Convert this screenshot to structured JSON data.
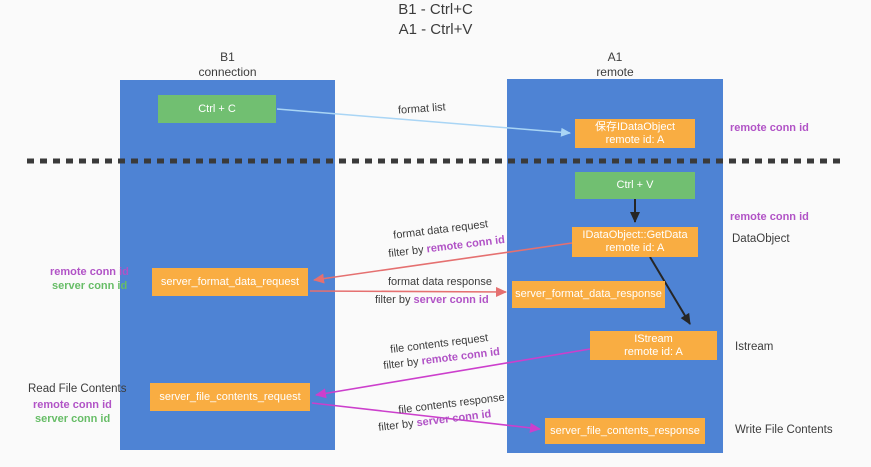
{
  "title": {
    "line1": "B1 - Ctrl+C",
    "line2": "A1 - Ctrl+V"
  },
  "colors": {
    "bg": "#fafafa",
    "column_blue": "#4e83d4",
    "box_green": "#71bf71",
    "box_orange": "#f9ad42",
    "purple_text": "#b153c6",
    "green_text": "#67bd67",
    "dark_text": "#3c3c3c",
    "blue_arrow": "#a9d5f5",
    "black_arrow": "#262626",
    "red_arrow": "#e57070",
    "magenta_arrow": "#cc3fcc",
    "dash_color": "#3a3a3a"
  },
  "columns": {
    "left": {
      "name": "B1",
      "role": "connection"
    },
    "right": {
      "name": "A1",
      "role": "remote"
    }
  },
  "boxes": {
    "ctrl_c": {
      "label": "Ctrl + C"
    },
    "ctrl_v": {
      "label": "Ctrl + V"
    },
    "save_idataobject": {
      "line1": "保存IDataObject",
      "line2": "remote id: A"
    },
    "getdata": {
      "line1": "IDataObject::GetData",
      "line2": "remote id: A"
    },
    "istream": {
      "line1": "IStream",
      "line2": "remote id: A"
    },
    "format_request": {
      "label": "server_format_data_request"
    },
    "format_response": {
      "label": "server_format_data_response"
    },
    "file_request": {
      "label": "server_file_contents_request"
    },
    "file_response": {
      "label": "server_file_contents_response"
    }
  },
  "flow": {
    "format_list": "format list",
    "format_data_request": "format data request",
    "filter_remote_1": {
      "prefix": "filter by ",
      "highlight": "remote conn id"
    },
    "format_data_response": "format data response",
    "filter_server_1": {
      "prefix": "filter by ",
      "highlight": "server conn id"
    },
    "file_contents_request": "file contents request",
    "filter_remote_2": {
      "prefix": "filter by ",
      "highlight": "remote conn id"
    },
    "file_contents_response": "file contents response",
    "filter_server_2": {
      "prefix": "filter by ",
      "highlight": "server conn id"
    }
  },
  "left_labels": {
    "remote_conn_mid": "remote conn id",
    "server_conn_mid": "server conn id",
    "read_file": "Read File Contents",
    "remote_conn_bottom": "remote conn id",
    "server_conn_bottom": "server conn id"
  },
  "right_labels": {
    "remote_conn_top": "remote conn id",
    "remote_conn_mid": "remote conn id",
    "dataobject": "DataObject",
    "istream": "Istream",
    "write_file": "Write File Contents"
  }
}
